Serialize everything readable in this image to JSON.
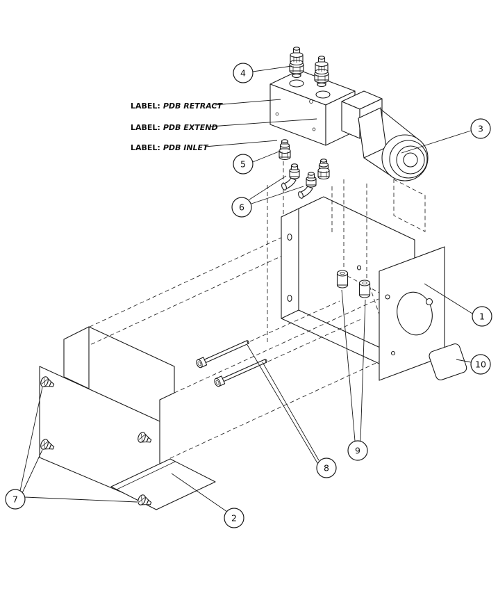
{
  "diagram": {
    "type": "exploded-assembly-drawing",
    "background_color": "#ffffff",
    "line_color": "#1a1a1a"
  },
  "labels": [
    {
      "prefix": "LABEL:",
      "value": "PDB RETRACT"
    },
    {
      "prefix": "LABEL:",
      "value": "PDB EXTEND"
    },
    {
      "prefix": "LABEL:",
      "value": "PDB INLET"
    }
  ],
  "callouts": [
    {
      "n": "1"
    },
    {
      "n": "2"
    },
    {
      "n": "3"
    },
    {
      "n": "4"
    },
    {
      "n": "5"
    },
    {
      "n": "6"
    },
    {
      "n": "7"
    },
    {
      "n": "8"
    },
    {
      "n": "9"
    },
    {
      "n": "10"
    }
  ]
}
